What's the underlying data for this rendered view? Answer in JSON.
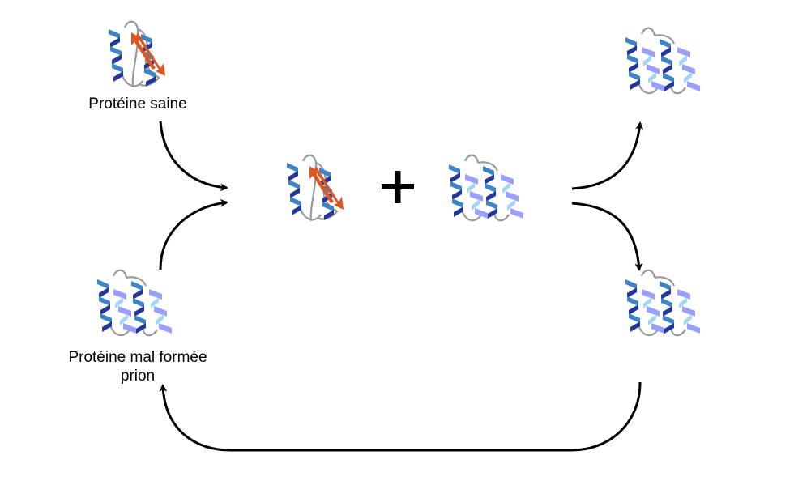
{
  "labels": {
    "healthy_protein": "Protéine saine",
    "misfolded_line1": "Protéine mal formée",
    "misfolded_line2": "prion"
  },
  "symbols": {
    "plus": "+"
  },
  "colors": {
    "helix_front": "#3d85c6",
    "helix_back": "#22389a",
    "prion_helix": "#9aa0ff",
    "prion_helix_light": "#9fd7f7",
    "beta_strand": "#e0561f",
    "loop": "#999999",
    "arrow": "#000000"
  }
}
